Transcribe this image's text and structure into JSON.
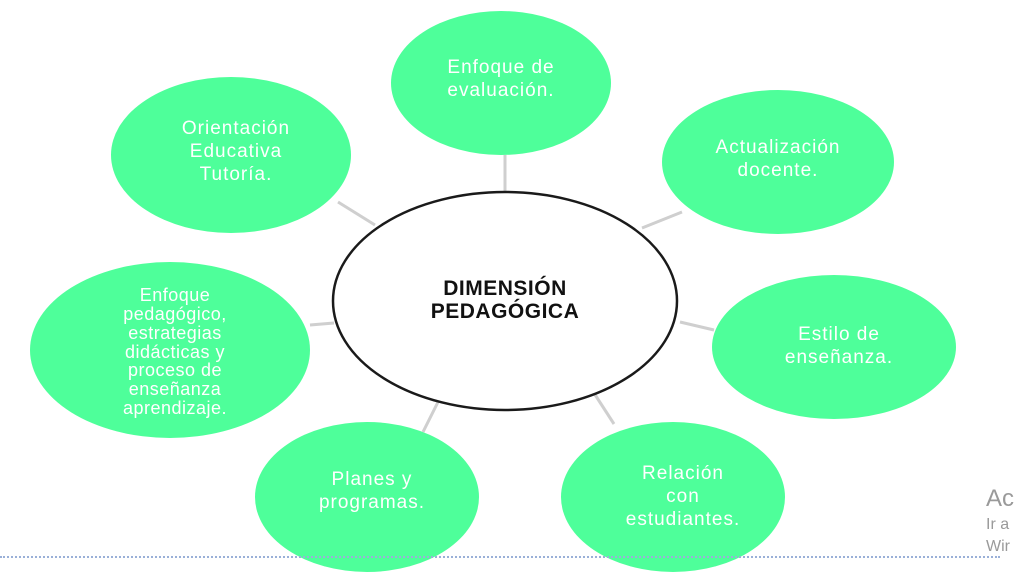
{
  "diagram": {
    "center": {
      "label": "DIMENSIÓN\nPEDAGÓGICA"
    },
    "nodes": [
      {
        "label": "Enfoque de\nevaluación."
      },
      {
        "label": "Actualización\ndocente."
      },
      {
        "label": "Estilo de\nenseñanza."
      },
      {
        "label": "Relación\ncon\nestudiantes."
      },
      {
        "label": "Planes y\nprogramas."
      },
      {
        "label": "Enfoque\npedagógico,\nestrategias\ndidácticas y\nproceso de\nenseñanza\naprendizaje."
      },
      {
        "label": "Orientación\nEducativa\nTutoría."
      }
    ]
  },
  "watermark": {
    "line1": "Ac",
    "line2": "Ir a",
    "line3": "Wir"
  },
  "colors": {
    "bubble": "#4eff9a",
    "connector": "#cfcfcf",
    "center_stroke": "#1a1a1a"
  }
}
